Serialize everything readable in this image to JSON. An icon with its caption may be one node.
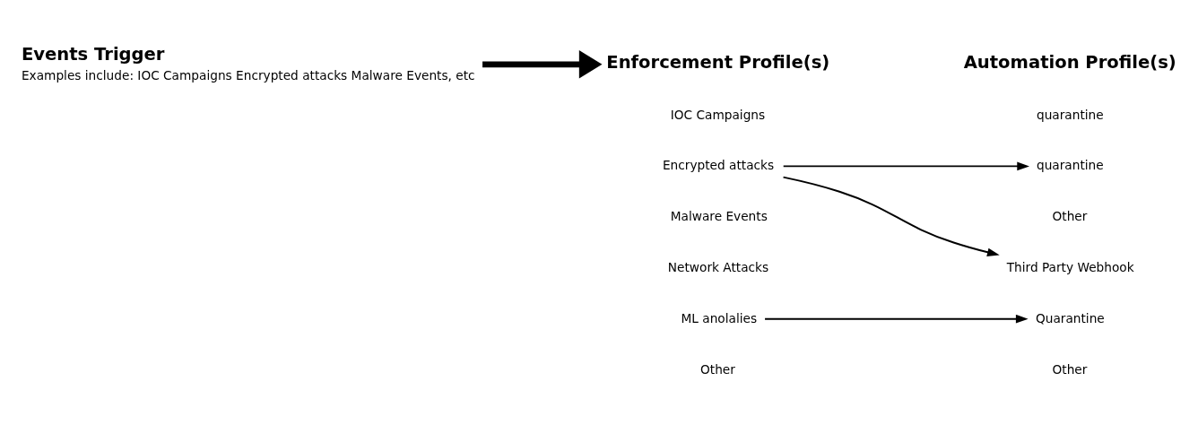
{
  "diagram": {
    "nodes": [
      {
        "text": [
          "Events Trigger",
          "Examples include: IOC Campaigns Encrypted attacks Malware Events, etc"
        ]
      },
      {
        "text": [
          "Enforcement Profile(s)"
        ]
      },
      {
        "text": [
          "IOC Campaigns"
        ]
      },
      {
        "text": [
          "Encrypted attacks"
        ]
      },
      {
        "text": [
          "Malware Events"
        ]
      },
      {
        "text": [
          "Network Attacks"
        ]
      },
      {
        "text": [
          "ML anolalies"
        ]
      },
      {
        "text": [
          "Other"
        ]
      },
      {
        "text": [
          "Automation Profile(s)"
        ]
      },
      {
        "text": [
          "quarantine"
        ]
      },
      {
        "text": [
          "quarantine"
        ]
      },
      {
        "text": [
          "Other"
        ]
      },
      {
        "text": [
          "Third Party Webhook"
        ]
      },
      {
        "text": [
          "Quarantine"
        ]
      },
      {
        "text": [
          "Other"
        ]
      }
    ],
    "edges": [
      {
        "from": 0,
        "to": 1,
        "arrow": "to",
        "style": "thick"
      },
      {
        "from": 3,
        "to": 10,
        "arrow": "to"
      },
      {
        "from": 3,
        "to": 12,
        "arrow": "to"
      },
      {
        "from": 6,
        "to": 13,
        "arrow": "to"
      }
    ]
  }
}
